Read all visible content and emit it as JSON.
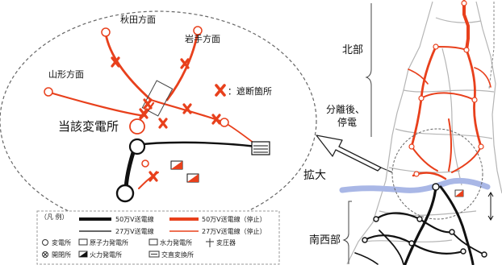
{
  "header": {
    "partial_title": ""
  },
  "zoom": {
    "places": {
      "akita": "秋田方面",
      "iwate": "岩手方面",
      "yamagata": "山形方面",
      "substation": "当該変電所"
    },
    "cut_point_label": "：遮断箇所",
    "expand_label": "拡大"
  },
  "map": {
    "north_label": "北部",
    "after_split_label_1": "分離後、",
    "after_split_label_2": "停電",
    "southwest_label": "南西部"
  },
  "legend": {
    "title": "（凡 例）",
    "line_500_in_service": "50万V送電線",
    "line_500_stopped": "50万V送電線（停止）",
    "line_275_in_service": "27万V送電線",
    "line_275_stopped": "27万V送電線（停止）",
    "substation": "変電所",
    "nuclear": "原子力発電所",
    "hydro": "水力発電所",
    "transformer": "変圧器",
    "switching": "開閉所",
    "thermal": "火力発電所",
    "ac_dc": "交直変換所"
  },
  "colors": {
    "line_500": "#111111",
    "line_275": "#333333",
    "stopped_line": "#e8401c",
    "cut_mark": "#e8401c",
    "river": "#a9b7e6",
    "prefecture_line": "#b5b5b5"
  },
  "icons": {
    "cut": "x-mark-icon",
    "arrow": "outline-arrow-icon"
  }
}
